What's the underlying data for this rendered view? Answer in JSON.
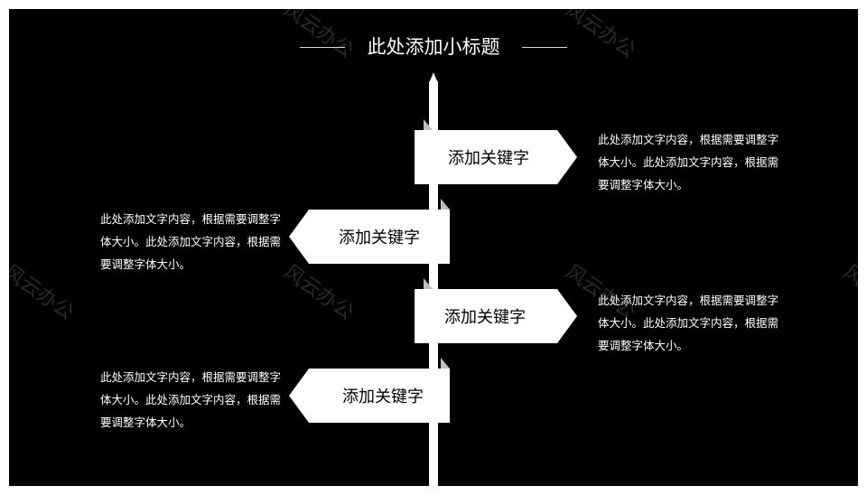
{
  "title": "此处添加小标题",
  "watermark_text": "风云办公",
  "signs": [
    {
      "label": "添加关键字",
      "direction": "right"
    },
    {
      "label": "添加关键字",
      "direction": "left"
    },
    {
      "label": "添加关键字",
      "direction": "right"
    },
    {
      "label": "添加关键字",
      "direction": "left"
    }
  ],
  "descriptions": [
    {
      "text": "此处添加文字内容，根据需要调整字体大小。此处添加文字内容，根据需要调整字体大小。"
    },
    {
      "text": "此处添加文字内容，根据需要调整字体大小。此处添加文字内容，根据需要调整字体大小。"
    },
    {
      "text": "此处添加文字内容，根据需要调整字体大小。此处添加文字内容，根据需要调整字体大小。"
    },
    {
      "text": "此处添加文字内容，根据需要调整字体大小。此处添加文字内容，根据需要调整字体大小。"
    }
  ],
  "colors": {
    "background": "#000000",
    "sign_face": "#ffffff",
    "sign_fold": "#bfbfbf",
    "pole": "#ffffff",
    "text_light": "#ffffff",
    "text_dark": "#000000",
    "rule_line": "#d9d9d9"
  }
}
